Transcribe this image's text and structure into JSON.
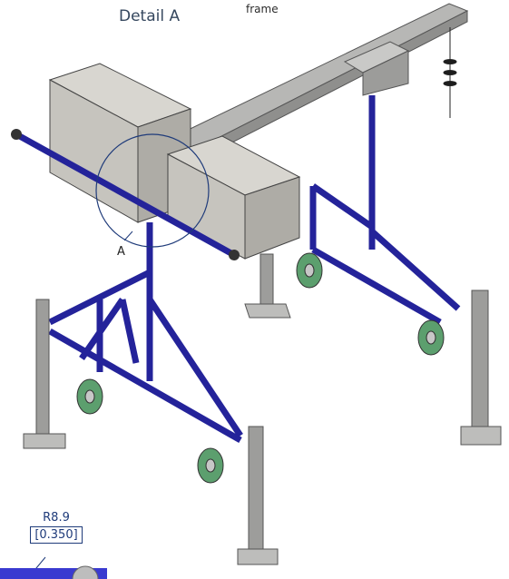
{
  "title": "Detail A",
  "callout_label": "frame",
  "detail_pointer": "A",
  "dimension": {
    "metric": "R8.9",
    "imperial": "[0.350]"
  },
  "colors": {
    "frame_blue": "#24239a",
    "wheel_green": "#5c9f6e",
    "weights_grey": "#c8c6c0",
    "steel_grey": "#8d8d8d"
  }
}
